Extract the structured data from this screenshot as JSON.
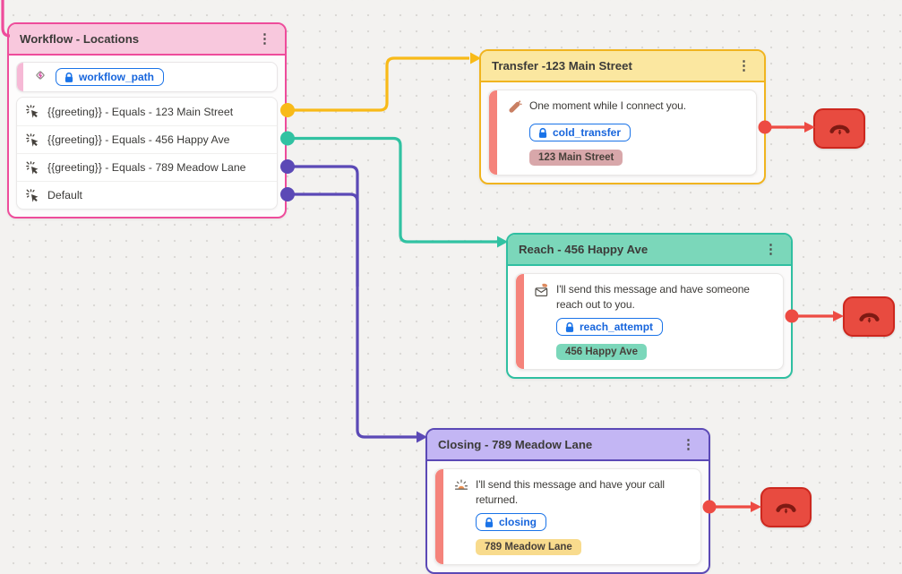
{
  "background": {
    "color": "#f3f2f0",
    "dot_color": "#dbd9d6"
  },
  "icons": {
    "kebab": "⋮"
  },
  "workflow_node": {
    "title": "Workflow - Locations",
    "accent": "#ee4c9b",
    "path_row": {
      "chip": "workflow_path"
    },
    "branch_rows": [
      {
        "label": "{{greeting}} - Equals - 123 Main Street",
        "port_color": "#f8ba18"
      },
      {
        "label": "{{greeting}} - Equals - 456 Happy Ave",
        "port_color": "#31c2a2"
      },
      {
        "label": "{{greeting}} - Equals - 789 Meadow Lane",
        "port_color": "#5b49b6"
      },
      {
        "label": "Default",
        "port_color": "#5b49b6"
      }
    ]
  },
  "transfer_node": {
    "title": "Transfer -123 Main Street",
    "accent": "#f0b41f",
    "message": "One moment while I connect you.",
    "chip": "cold_transfer",
    "tag": "123 Main Street",
    "tag_color": "#d8a7aa"
  },
  "reach_node": {
    "title": "Reach - 456 Happy Ave",
    "accent": "#2fbfa1",
    "message": "I'll send this message and have someone reach out to you.",
    "chip": "reach_attempt",
    "tag": "456 Happy Ave",
    "tag_color": "#7bd7ba"
  },
  "closing_node": {
    "title": "Closing - 789 Meadow Lane",
    "accent": "#5b49b6",
    "message": "I'll send this message and have your call returned.",
    "chip": "closing",
    "tag": "789 Meadow Lane",
    "tag_color": "#f8db8d"
  },
  "end_nodes": [
    {
      "icon": "hang-up-phone",
      "color": "#e84b40"
    },
    {
      "icon": "hang-up-phone",
      "color": "#e84b40"
    },
    {
      "icon": "hang-up-phone",
      "color": "#e84b40"
    }
  ],
  "edges": [
    {
      "from": "off-canvas-top-left",
      "to": "workflow-node",
      "color": "#ee4c9b"
    },
    {
      "from": "row-123-main-street",
      "to": "transfer-node",
      "color": "#f8ba18"
    },
    {
      "from": "row-456-happy-ave",
      "to": "reach-node",
      "color": "#31c2a2"
    },
    {
      "from": "row-789-meadow-lane",
      "to": "closing-node",
      "color": "#5b49b6"
    },
    {
      "from": "row-default",
      "to": "closing-node",
      "color": "#5b49b6"
    },
    {
      "from": "transfer-node",
      "to": "end-call-1",
      "color": "#ed4b43"
    },
    {
      "from": "reach-node",
      "to": "end-call-2",
      "color": "#ed4b43"
    },
    {
      "from": "closing-node",
      "to": "end-call-3",
      "color": "#ed4b43"
    }
  ]
}
